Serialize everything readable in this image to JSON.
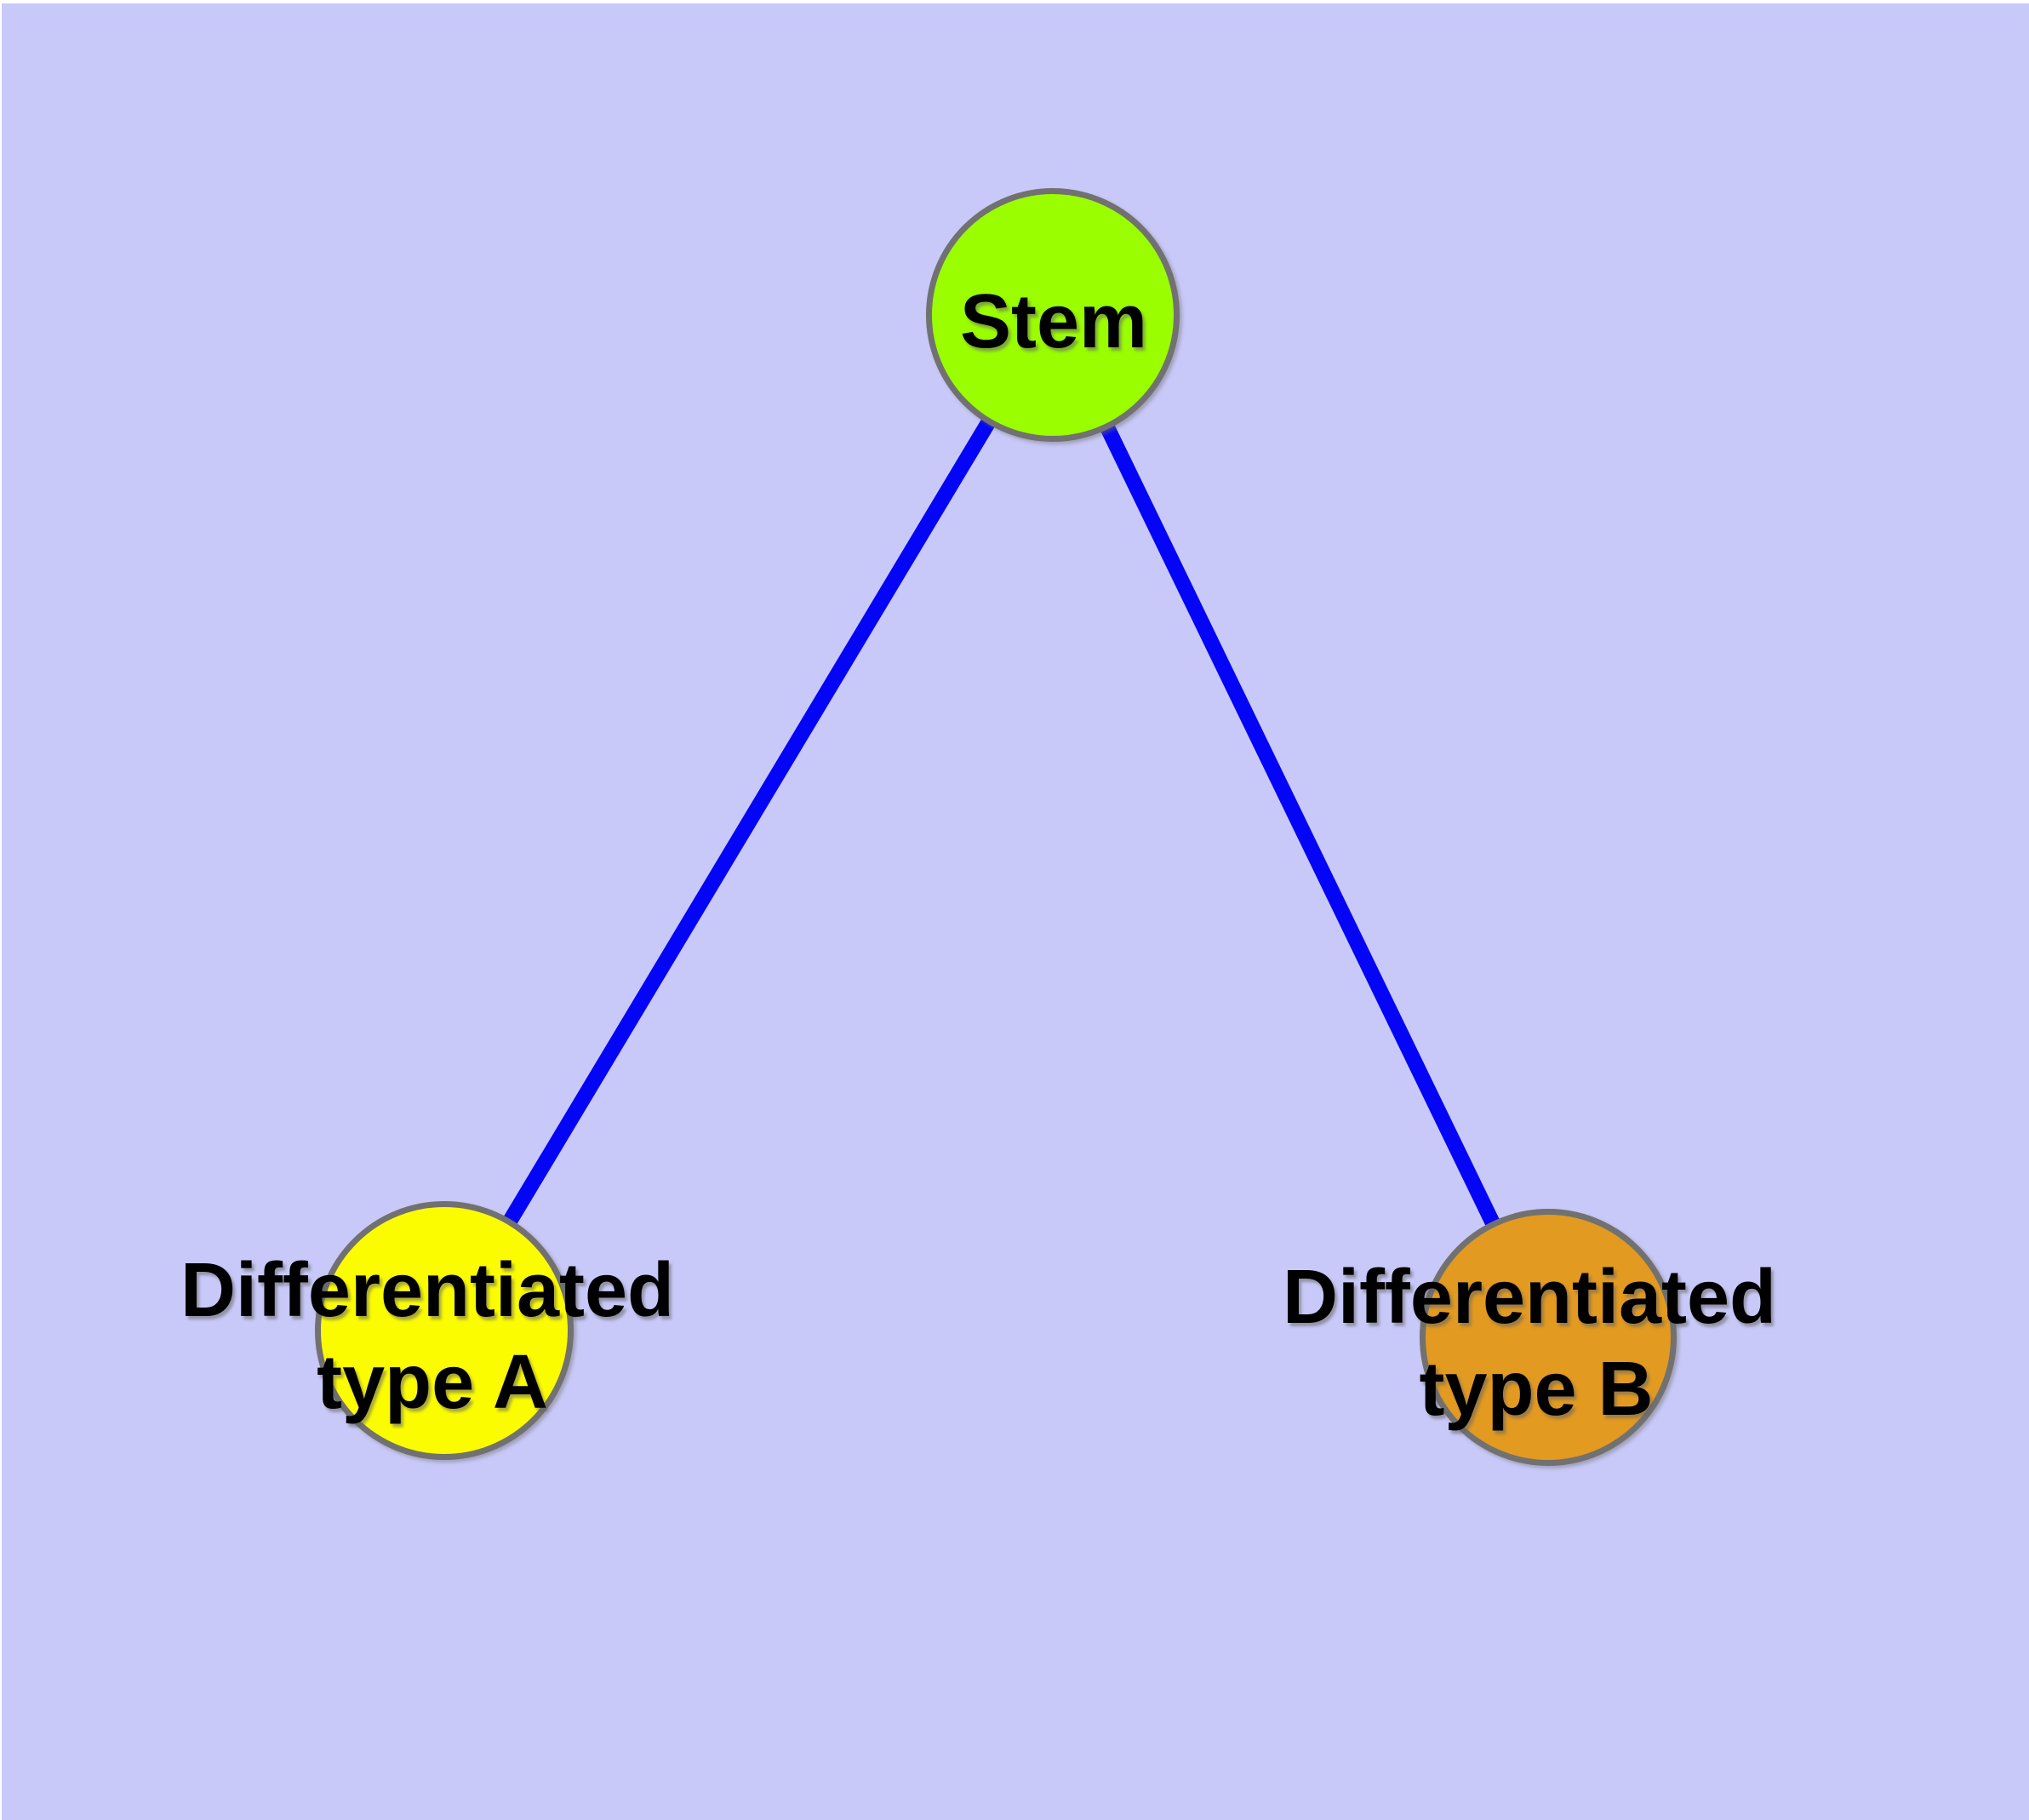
{
  "diagram": {
    "colors": {
      "background": "#C9C9F9",
      "node_border": "#717171",
      "edge": "#0404F6",
      "label_text": "#000000"
    },
    "nodes": {
      "stem": {
        "label": "Stem",
        "fill": "#9AFE00"
      },
      "type_a": {
        "label_line1": "Differentiated",
        "label_line2": "type A",
        "fill": "#FCFC00"
      },
      "type_b": {
        "label_line1": "Differentiated",
        "label_line2": "type B",
        "fill": "#E29A20"
      }
    },
    "edges": [
      {
        "from": "Stem",
        "to": "Differentiated type A"
      },
      {
        "from": "Stem",
        "to": "Differentiated type B"
      }
    ]
  }
}
